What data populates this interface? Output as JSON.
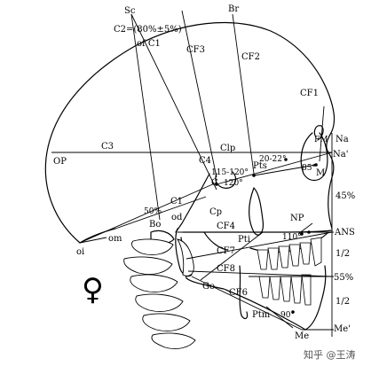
{
  "labels": {
    "sc": "Sc",
    "br": "Br",
    "c2_formula": "C2=(80%±5%)",
    "of_c1": "of C1",
    "cf3": "CF3",
    "cf2": "CF2",
    "cf1": "CF1",
    "fm": "FM",
    "na": "Na",
    "na_prime": "Na'",
    "m": "M",
    "angle_85": "85°",
    "c3": "C3",
    "op": "OP",
    "clp": "Clp",
    "c4": "C4",
    "pts": "Pts",
    "angle_20_22": "20-22°",
    "angle_115_120": "115-120°",
    "angle_120": "120°",
    "c": "C",
    "pct_45": "45%",
    "c1": "C1",
    "pct_50": "50%",
    "cp": "Cp",
    "od": "od",
    "bo": "Bo",
    "cf4": "CF4",
    "np": "NP",
    "ans": "ANS",
    "om": "om",
    "oi": "oi",
    "pti": "Pti",
    "angle_110": "110°",
    "cf7": "CF7",
    "half_1": "1/2",
    "cf8": "CF8",
    "pct_55": "55%",
    "go": "Go",
    "cf6": "CF6",
    "half_2": "1/2",
    "ptm": "Ptm",
    "angle_90": "90°",
    "me": "Me",
    "me_prime": "Me'",
    "female_symbol": "♀"
  },
  "watermark": "知乎 @王涛"
}
